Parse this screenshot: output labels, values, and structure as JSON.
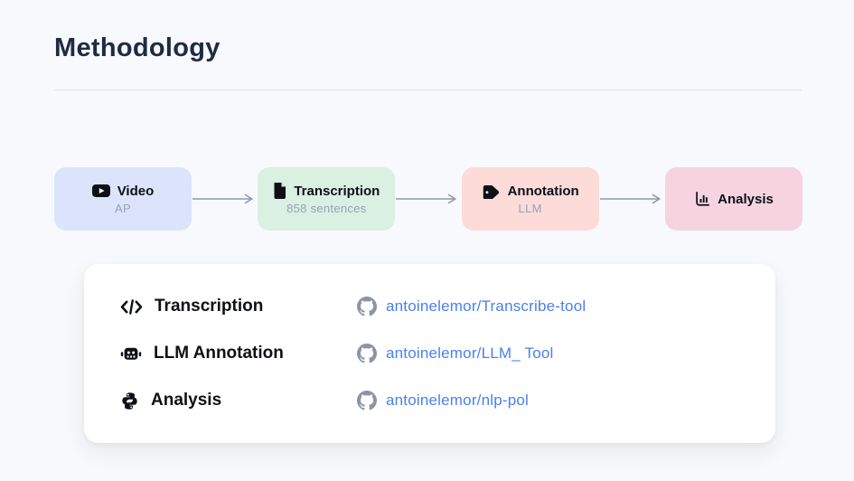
{
  "page": {
    "title": "Methodology",
    "background_color": "#f8f9fc",
    "title_color": "#1f2a44"
  },
  "pipeline": {
    "arrow_color": "#8e99ab",
    "subtitle_color": "#96a2b6",
    "steps": [
      {
        "label": "Video",
        "sublabel": "AP",
        "icon": "youtube-icon",
        "bg": "#dbe4fa"
      },
      {
        "label": "Transcription",
        "sublabel": "858 sentences",
        "icon": "document-icon",
        "bg": "#d9f0e2"
      },
      {
        "label": "Annotation",
        "sublabel": "LLM",
        "icon": "tag-icon",
        "bg": "#fcdbd9"
      },
      {
        "label": "Analysis",
        "sublabel": "",
        "icon": "bar-chart-icon",
        "bg": "#f5d4df"
      }
    ]
  },
  "repos": {
    "link_color": "#4a80ee",
    "github_icon_color": "#8b95a7",
    "rows": [
      {
        "label": "Transcription",
        "icon": "code-icon",
        "link": "antoinelemor/Transcribe-tool"
      },
      {
        "label": "LLM Annotation",
        "icon": "robot-icon",
        "link": "antoinelemor/LLM_ Tool"
      },
      {
        "label": "Analysis",
        "icon": "python-icon",
        "link": "antoinelemor/nlp-pol"
      }
    ]
  }
}
